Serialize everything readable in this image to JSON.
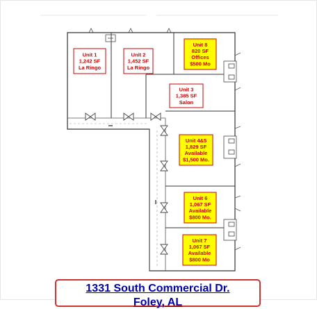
{
  "units": [
    {
      "id": "unit1",
      "lines": [
        "Unit 1",
        "1,242 SF",
        "La Ringo"
      ],
      "available": false
    },
    {
      "id": "unit2",
      "lines": [
        "Unit 2",
        "1,452 SF",
        "La Ringo"
      ],
      "available": false
    },
    {
      "id": "unit8",
      "lines": [
        "Unit 8",
        "820 SF",
        "Offices",
        "$500 Mo"
      ],
      "available": true
    },
    {
      "id": "unit3",
      "lines": [
        "Unit 3",
        "1,385 SF",
        "Salon"
      ],
      "available": false
    },
    {
      "id": "unit45",
      "lines": [
        "Unit 4&5",
        "1,829 SF",
        "Available",
        "$1,500 Mo."
      ],
      "available": true
    },
    {
      "id": "unit6",
      "lines": [
        "Unit 6",
        "1,067 SF",
        "Available",
        "$800 Mo."
      ],
      "available": true
    },
    {
      "id": "unit7",
      "lines": [
        "Unit 7",
        "1,067 SF",
        "Available",
        "$800 Mo"
      ],
      "available": true
    }
  ],
  "caption": {
    "street": "1331 South Commercial Dr.",
    "city": "Foley, AL"
  },
  "colors": {
    "available_fill": "#ffff00",
    "label_text": "#cc0000",
    "caption_text": "#0000aa",
    "caption_border": "#cc3333"
  }
}
